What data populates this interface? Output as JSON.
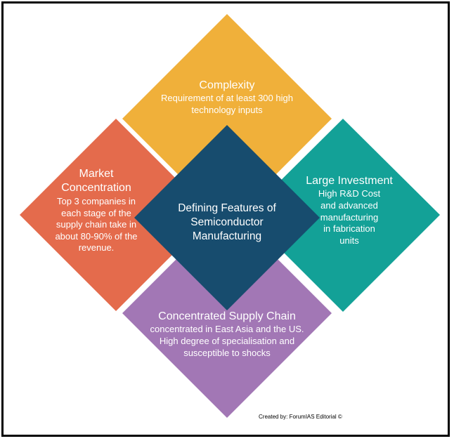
{
  "colors": {
    "top": "#f0b03a",
    "left": "#e46b4c",
    "right": "#13a197",
    "bottom": "#a277b5",
    "center": "#174c6e"
  },
  "center": {
    "title": "Defining Features of Semiconductor Manufacturing"
  },
  "top": {
    "title": "Complexity",
    "desc": "Requirement of at least 300 high technology inputs"
  },
  "left": {
    "title": "Market Concentration",
    "desc": "Top 3 companies in each stage of the supply chain take in about 80-90% of the revenue."
  },
  "right": {
    "title": "Large Investment",
    "desc": "High R&D Cost and advanced manufacturing in fabrication units"
  },
  "bottom": {
    "title": "Concentrated Supply Chain",
    "desc": "concentrated in East Asia and the US. High degree of specialisation and susceptible to shocks"
  },
  "credit": "Created by: ForumIAS Editorial ©"
}
